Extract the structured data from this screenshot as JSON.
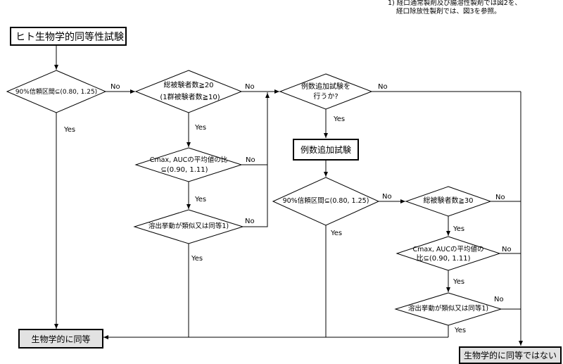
{
  "note": {
    "line1": "1) 経口通常製剤及び腸溶性製剤では図2を、",
    "line2": "経口除放性製剤では、図3を参照。"
  },
  "start": {
    "label": "ヒト生物学的同等性試験"
  },
  "d1": {
    "text": "90%信頼区間⊆(0.80, 1.25)"
  },
  "d2": {
    "line1": "総被験者数≧20",
    "line2": "(1群被験者数≧10)"
  },
  "d3": {
    "line1": "Cmax, AUCの平均値の比",
    "line2": "⊆(0.90, 1.11)"
  },
  "d4": {
    "text": "溶出挙動が類似又は同等1)"
  },
  "d5": {
    "line1": "例数追加試験を",
    "line2": "行うか?"
  },
  "add_test": {
    "label": "例数追加試験"
  },
  "d6": {
    "text": "90%信頼区間⊆(0.80, 1.25)"
  },
  "d7": {
    "text": "総被験者数≧30"
  },
  "d8": {
    "line1": "Cmax, AUCの平均値の",
    "line2": "比⊆(0.90, 1.11)"
  },
  "d9": {
    "text": "溶出挙動が類似又は同等1)"
  },
  "end_eq": {
    "label": "生物学的に同等"
  },
  "end_neq": {
    "label": "生物学的に同等ではない"
  },
  "yes": "Yes",
  "no": "No"
}
